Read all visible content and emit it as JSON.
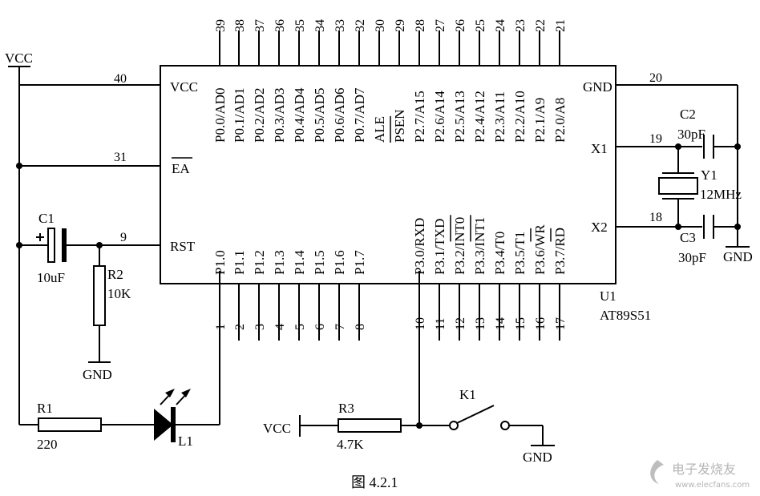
{
  "chip": {
    "ref": "U1",
    "part": "AT89S51",
    "left_pins": [
      {
        "num": "40",
        "name": "VCC"
      },
      {
        "num": "31",
        "name": "EA"
      },
      {
        "num": "9",
        "name": "RST"
      }
    ],
    "right_pins": [
      {
        "num": "20",
        "name": "GND"
      },
      {
        "num": "19",
        "name": "X1"
      },
      {
        "num": "18",
        "name": "X2"
      }
    ],
    "top_pins": [
      {
        "num": "39",
        "name": "P0.0/AD0"
      },
      {
        "num": "38",
        "name": "P0.1/AD1"
      },
      {
        "num": "37",
        "name": "P0.2/AD2"
      },
      {
        "num": "36",
        "name": "P0.3/AD3"
      },
      {
        "num": "35",
        "name": "P0.4/AD4"
      },
      {
        "num": "34",
        "name": "P0.5/AD5"
      },
      {
        "num": "33",
        "name": "P0.6/AD6"
      },
      {
        "num": "32",
        "name": "P0.7/AD7"
      },
      {
        "num": "30",
        "name": "ALE"
      },
      {
        "num": "29",
        "name": "PSEN"
      },
      {
        "num": "28",
        "name": "P2.7/A15"
      },
      {
        "num": "27",
        "name": "P2.6/A14"
      },
      {
        "num": "26",
        "name": "P2.5/A13"
      },
      {
        "num": "25",
        "name": "P2.4/A12"
      },
      {
        "num": "24",
        "name": "P2.3/A11"
      },
      {
        "num": "23",
        "name": "P2.2/A10"
      },
      {
        "num": "22",
        "name": "P2.1/A9"
      },
      {
        "num": "21",
        "name": "P2.0/A8"
      }
    ],
    "bottom_pins": [
      {
        "num": "1",
        "name": "P1.0"
      },
      {
        "num": "2",
        "name": "P1.1"
      },
      {
        "num": "3",
        "name": "P1.2"
      },
      {
        "num": "4",
        "name": "P1.3"
      },
      {
        "num": "5",
        "name": "P1.4"
      },
      {
        "num": "6",
        "name": "P1.5"
      },
      {
        "num": "7",
        "name": "P1.6"
      },
      {
        "num": "8",
        "name": "P1.7"
      },
      {
        "num": "10",
        "name": "P3.0/RXD"
      },
      {
        "num": "11",
        "name": "P3.1/TXD"
      },
      {
        "num": "12",
        "name": "P3.2/INT0"
      },
      {
        "num": "13",
        "name": "P3.3/INT1"
      },
      {
        "num": "14",
        "name": "P3.4/T0"
      },
      {
        "num": "15",
        "name": "P3.5/T1"
      },
      {
        "num": "16",
        "name": "P3.6/WR"
      },
      {
        "num": "17",
        "name": "P3.7/RD"
      }
    ]
  },
  "components": {
    "c1": {
      "ref": "C1",
      "value": "10uF"
    },
    "r2": {
      "ref": "R2",
      "value": "10K"
    },
    "r1": {
      "ref": "R1",
      "value": "220"
    },
    "l1": {
      "ref": "L1"
    },
    "r3": {
      "ref": "R3",
      "value": "4.7K"
    },
    "k1": {
      "ref": "K1"
    },
    "c2": {
      "ref": "C2",
      "value": "30pF"
    },
    "c3": {
      "ref": "C3",
      "value": "30pF"
    },
    "y1": {
      "ref": "Y1",
      "value": "12MHz"
    }
  },
  "net_labels": {
    "vcc_top": "VCC",
    "vcc_r3": "VCC",
    "gnd_r2": "GND",
    "gnd_k1": "GND",
    "gnd_xtal": "GND"
  },
  "caption": "图 4.2.1",
  "watermark": {
    "text": "电子发烧友",
    "url": "www.elecfans.com"
  }
}
